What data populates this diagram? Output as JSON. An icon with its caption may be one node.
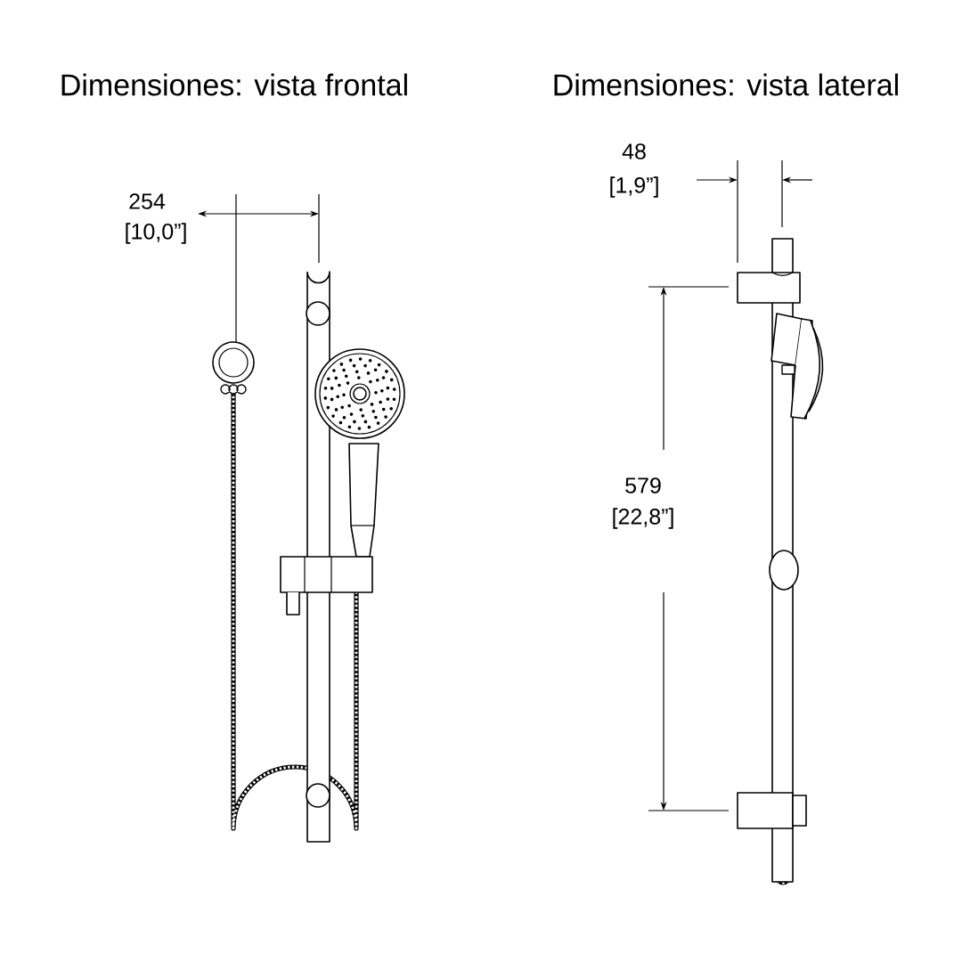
{
  "diagram": {
    "labels": [
      "Dimensiones: vista frontal",
      "Dimensiones: vista lateral",
      "254",
      "[10,0”]",
      "48",
      "[1,9”]",
      "579",
      "[22,8”]"
    ]
  }
}
